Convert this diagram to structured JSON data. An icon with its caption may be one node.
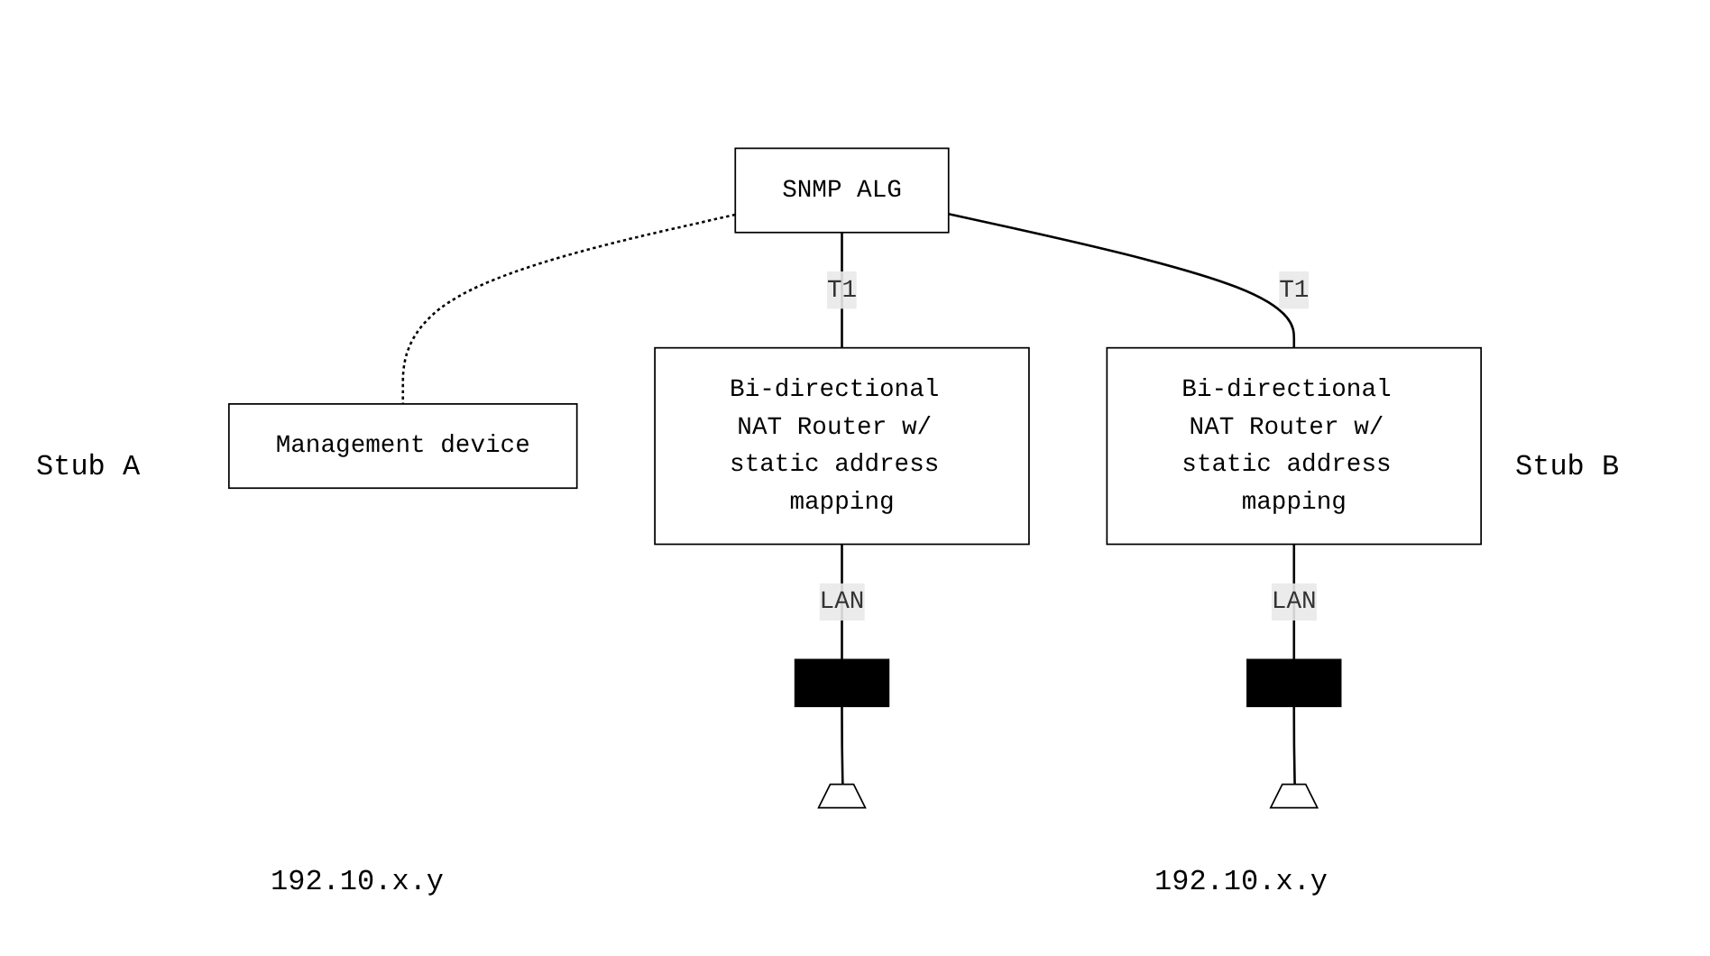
{
  "diagram": {
    "nodes": [
      {
        "text": [
          "SNMP ALG"
        ]
      },
      {
        "text": [
          "Management device"
        ]
      },
      {
        "text": [
          "Bi-directional NAT Router w/ static address mapping"
        ]
      },
      {
        "text": [
          "Bi-directional NAT Router w/ static address mapping"
        ]
      },
      {
        "text": [],
        "shape": "bar"
      },
      {
        "text": [],
        "shape": "trapezoid"
      },
      {
        "text": [],
        "shape": "bar"
      },
      {
        "text": [],
        "shape": "trapezoid"
      }
    ],
    "edges": [
      {
        "from": 0,
        "to": 1,
        "arrow": "none",
        "style": "dashed"
      },
      {
        "from": 0,
        "to": 2,
        "arrow": "none",
        "label": "T1"
      },
      {
        "from": 0,
        "to": 3,
        "arrow": "none",
        "label": "T1"
      },
      {
        "from": 2,
        "to": 4,
        "arrow": "none",
        "label": "LAN"
      },
      {
        "from": 3,
        "to": 6,
        "arrow": "none",
        "label": "LAN"
      },
      {
        "from": 4,
        "to": 5,
        "arrow": "none"
      },
      {
        "from": 6,
        "to": 7,
        "arrow": "none"
      }
    ],
    "labels": [
      "Stub A",
      "Stub B",
      "192.10.x.y",
      "192.10.x.y"
    ]
  }
}
